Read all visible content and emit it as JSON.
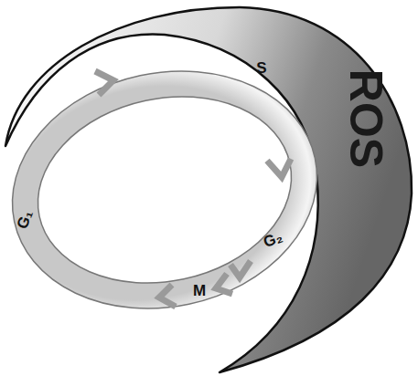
{
  "diagram": {
    "nodes": [
      {
        "text": [
          "ROS"
        ]
      },
      {
        "text": [
          "S",
          "G₂",
          "M",
          "G₁"
        ]
      }
    ]
  }
}
